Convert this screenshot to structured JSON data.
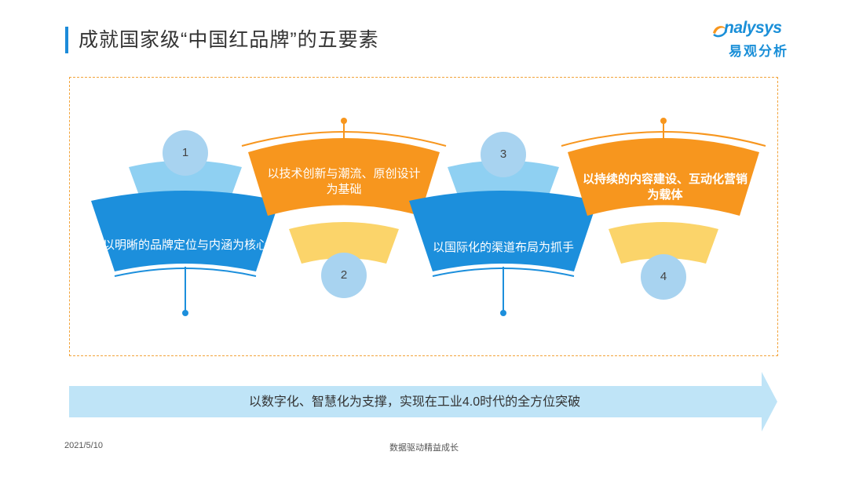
{
  "header": {
    "title": "成就国家级“中国红品牌”的五要素",
    "logo_en": "nalysys",
    "logo_cn": "易观分析"
  },
  "elements": [
    {
      "number": "1",
      "text": "以明晰的品牌定位与内涵为核心",
      "color": "#1c8fdc"
    },
    {
      "number": "2",
      "text": "以技术创新与潮流、原创设计为基础",
      "color": "#f7961e"
    },
    {
      "number": "3",
      "text": "以国际化的渠道布局为抓手",
      "color": "#1c8fdc"
    },
    {
      "number": "4",
      "text": "以持续的内容建设、互动化营销为载体",
      "color": "#f7961e"
    }
  ],
  "banner": {
    "text": "以数字化、智慧化为支撑，实现在工业4.0时代的全方位突破"
  },
  "footer": {
    "date": "2021/5/10",
    "center": "数据驱动精益成长",
    "page": ""
  },
  "colors": {
    "blue": "#1c8fdc",
    "light_blue": "#8fd0f2",
    "orange": "#f7961e",
    "light_orange": "#fbd46a",
    "circle": "#a8d3f0",
    "arrow": "#bfe4f7"
  }
}
